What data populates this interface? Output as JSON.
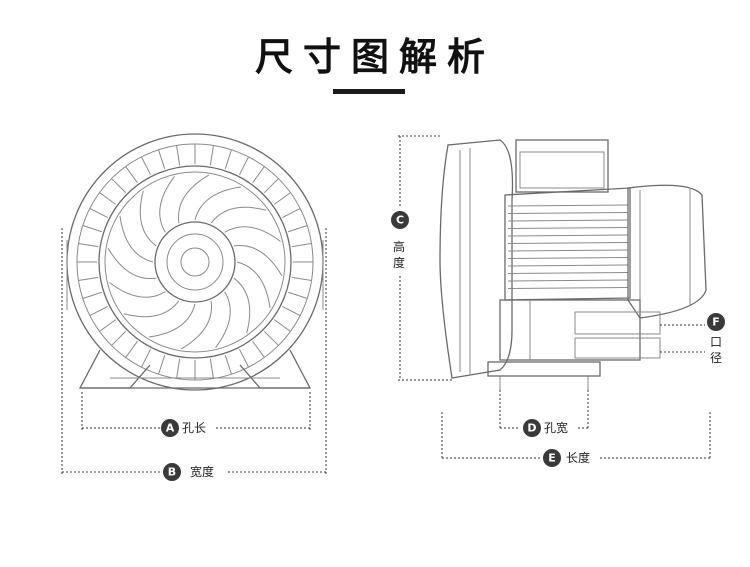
{
  "title": "尺寸图解析",
  "dimensions": [
    {
      "letter": "A",
      "label": "孔长"
    },
    {
      "letter": "B",
      "label": "宽度"
    },
    {
      "letter": "C",
      "label_chars": [
        "高",
        "度"
      ]
    },
    {
      "letter": "D",
      "label": "孔宽"
    },
    {
      "letter": "E",
      "label": "长度"
    },
    {
      "letter": "F",
      "label_chars": [
        "口",
        "径"
      ]
    }
  ]
}
